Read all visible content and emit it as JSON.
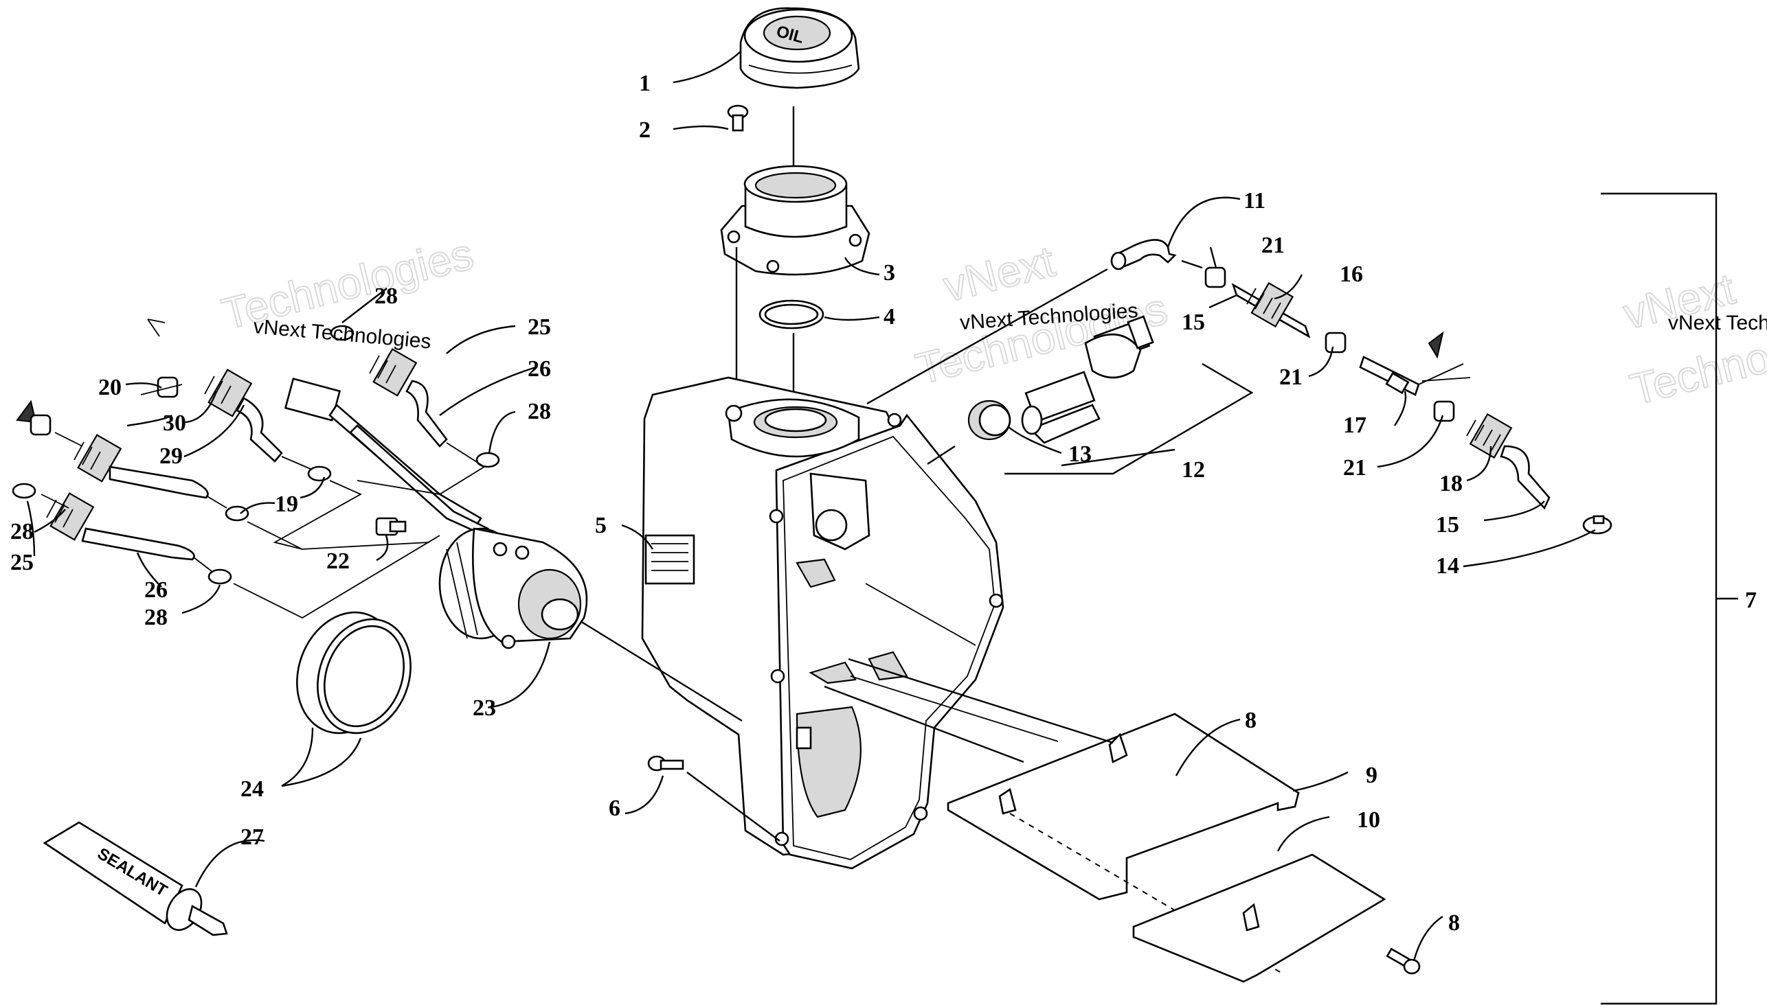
{
  "watermark": {
    "text": "vNext Technologies",
    "line1": "vNext",
    "line2": "Technologies"
  },
  "callouts": [
    {
      "id": "c1",
      "label": "1"
    },
    {
      "id": "c2",
      "label": "2"
    },
    {
      "id": "c3",
      "label": "3"
    },
    {
      "id": "c4",
      "label": "4"
    },
    {
      "id": "c5",
      "label": "5"
    },
    {
      "id": "c6",
      "label": "6"
    },
    {
      "id": "c7",
      "label": "7"
    },
    {
      "id": "c8a",
      "label": "8"
    },
    {
      "id": "c8b",
      "label": "8"
    },
    {
      "id": "c9",
      "label": "9"
    },
    {
      "id": "c10",
      "label": "10"
    },
    {
      "id": "c11",
      "label": "11"
    },
    {
      "id": "c12",
      "label": "12"
    },
    {
      "id": "c13",
      "label": "13"
    },
    {
      "id": "c14",
      "label": "14"
    },
    {
      "id": "c15a",
      "label": "15"
    },
    {
      "id": "c15b",
      "label": "15"
    },
    {
      "id": "c16",
      "label": "16"
    },
    {
      "id": "c17",
      "label": "17"
    },
    {
      "id": "c18",
      "label": "18"
    },
    {
      "id": "c19",
      "label": "19"
    },
    {
      "id": "c20",
      "label": "20"
    },
    {
      "id": "c21a",
      "label": "21"
    },
    {
      "id": "c21b",
      "label": "21"
    },
    {
      "id": "c21c",
      "label": "21"
    },
    {
      "id": "c22",
      "label": "22"
    },
    {
      "id": "c23",
      "label": "23"
    },
    {
      "id": "c24",
      "label": "24"
    },
    {
      "id": "c25a",
      "label": "25"
    },
    {
      "id": "c25b",
      "label": "25"
    },
    {
      "id": "c26a",
      "label": "26"
    },
    {
      "id": "c26b",
      "label": "26"
    },
    {
      "id": "c27",
      "label": "27"
    },
    {
      "id": "c28a",
      "label": "28"
    },
    {
      "id": "c28b",
      "label": "28"
    },
    {
      "id": "c28c",
      "label": "28"
    },
    {
      "id": "c28d",
      "label": "28"
    },
    {
      "id": "c29",
      "label": "29"
    },
    {
      "id": "c30",
      "label": "30"
    }
  ],
  "sealant_label": "SEALANT",
  "cap_text": "OIL"
}
